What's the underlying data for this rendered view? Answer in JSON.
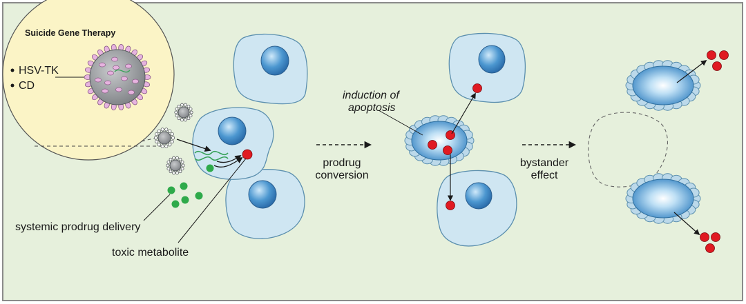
{
  "inset": {
    "title": "Suicide Gene Therapy",
    "items": [
      "HSV-TK",
      "CD"
    ]
  },
  "labels": {
    "systemic_delivery": "systemic prodrug delivery",
    "toxic_metabolite": "toxic metabolite",
    "induction": [
      "induction of",
      "apoptosis"
    ],
    "prodrug_conversion": [
      "prodrug",
      "conversion"
    ],
    "bystander_effect": [
      "bystander",
      "effect"
    ]
  },
  "colors": {
    "background": "#e6f0dc",
    "cell_fill": "#cfe6f2",
    "cell_stroke": "#5b8fae",
    "nucleus": "#3d8cc8",
    "inset_fill": "#fbf4c6",
    "virus": "#9a9da0",
    "prodrug": "#2eaa4a",
    "metabolite": "#e01a22"
  }
}
